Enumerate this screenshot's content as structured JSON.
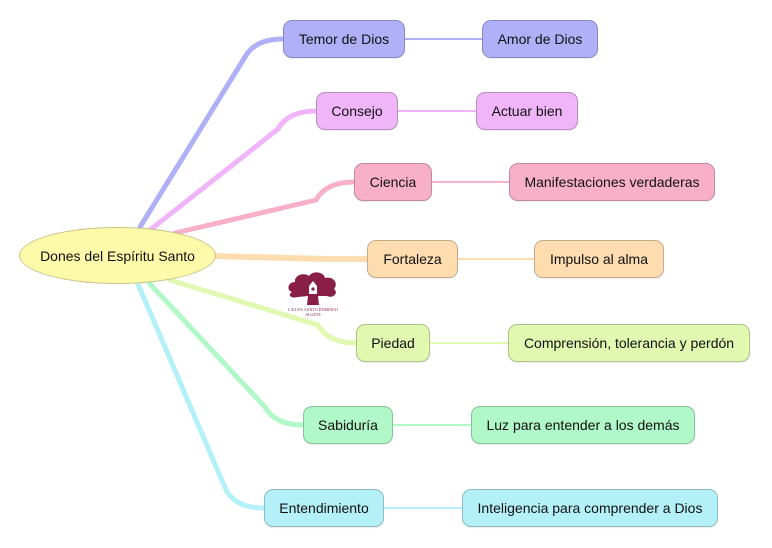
{
  "diagram": {
    "type": "mind-map",
    "root": {
      "label": "Dones del Espíritu Santo",
      "color": "#fdfaaa"
    },
    "branches": [
      {
        "label": "Temor de Dios",
        "child": "Amor de Dios",
        "color": "#b0b0f8"
      },
      {
        "label": "Consejo",
        "child": "Actuar bien",
        "color": "#f0b4f8"
      },
      {
        "label": "Ciencia",
        "child": "Manifestaciones verdaderas",
        "color": "#f8b0c8"
      },
      {
        "label": "Fortaleza",
        "child": "Impulso al alma",
        "color": "#fddcb0"
      },
      {
        "label": "Piedad",
        "child": "Comprensión, tolerancia y perdón",
        "color": "#e0f8b0"
      },
      {
        "label": "Sabiduría",
        "child": "Luz para entender a los demás",
        "color": "#b0f8c8"
      },
      {
        "label": "Entendimiento",
        "child": "Inteligencia para comprender a Dios",
        "color": "#b4f0f8"
      }
    ],
    "logo": {
      "icon": "tree-icon",
      "text": "C.E.I.P.S. SANTO DOMINGO",
      "subtext": "ALGETE",
      "color": "#8a1f45"
    }
  }
}
